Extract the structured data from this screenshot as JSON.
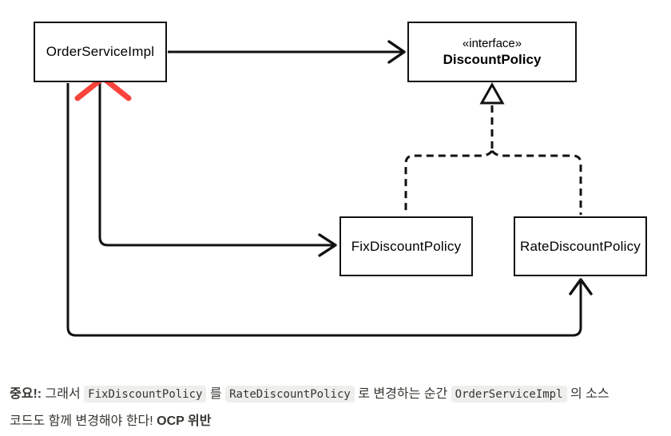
{
  "colors": {
    "line": "#111111",
    "cross": "#f8443b",
    "text": "#37352f",
    "code_bg": "#eeeeec",
    "box_bg": "#ffffff"
  },
  "diagram": {
    "nodes": {
      "order_service": {
        "label": "OrderServiceImpl"
      },
      "discount_policy": {
        "stereotype": "«interface»",
        "label": "DiscountPolicy"
      },
      "fix_discount": {
        "label": "FixDiscountPolicy"
      },
      "rate_discount": {
        "label": "RateDiscountPolicy"
      }
    },
    "edges": [
      "OrderServiceImpl → DiscountPolicy (dependency, crossed out)",
      "OrderServiceImpl → FixDiscountPolicy (dependency)",
      "OrderServiceImpl → RateDiscountPolicy (dependency)",
      "FixDiscountPolicy ⇢ DiscountPolicy (realization)",
      "RateDiscountPolicy ⇢ DiscountPolicy (realization)"
    ]
  },
  "note": {
    "line1": [
      {
        "text": "중요!:",
        "style": "bold"
      },
      {
        "text": " 그래서 ",
        "style": "text"
      },
      {
        "text": "FixDiscountPolicy",
        "style": "code"
      },
      {
        "text": " 를 ",
        "style": "text"
      },
      {
        "text": "RateDiscountPolicy",
        "style": "code"
      },
      {
        "text": " 로 변경하는 순간 ",
        "style": "text"
      },
      {
        "text": "OrderServiceImpl",
        "style": "code"
      },
      {
        "text": " 의 소스",
        "style": "text"
      }
    ],
    "line2": [
      {
        "text": "코드도 함께 변경해야 한다! ",
        "style": "text"
      },
      {
        "text": "OCP 위반",
        "style": "bold"
      }
    ]
  }
}
